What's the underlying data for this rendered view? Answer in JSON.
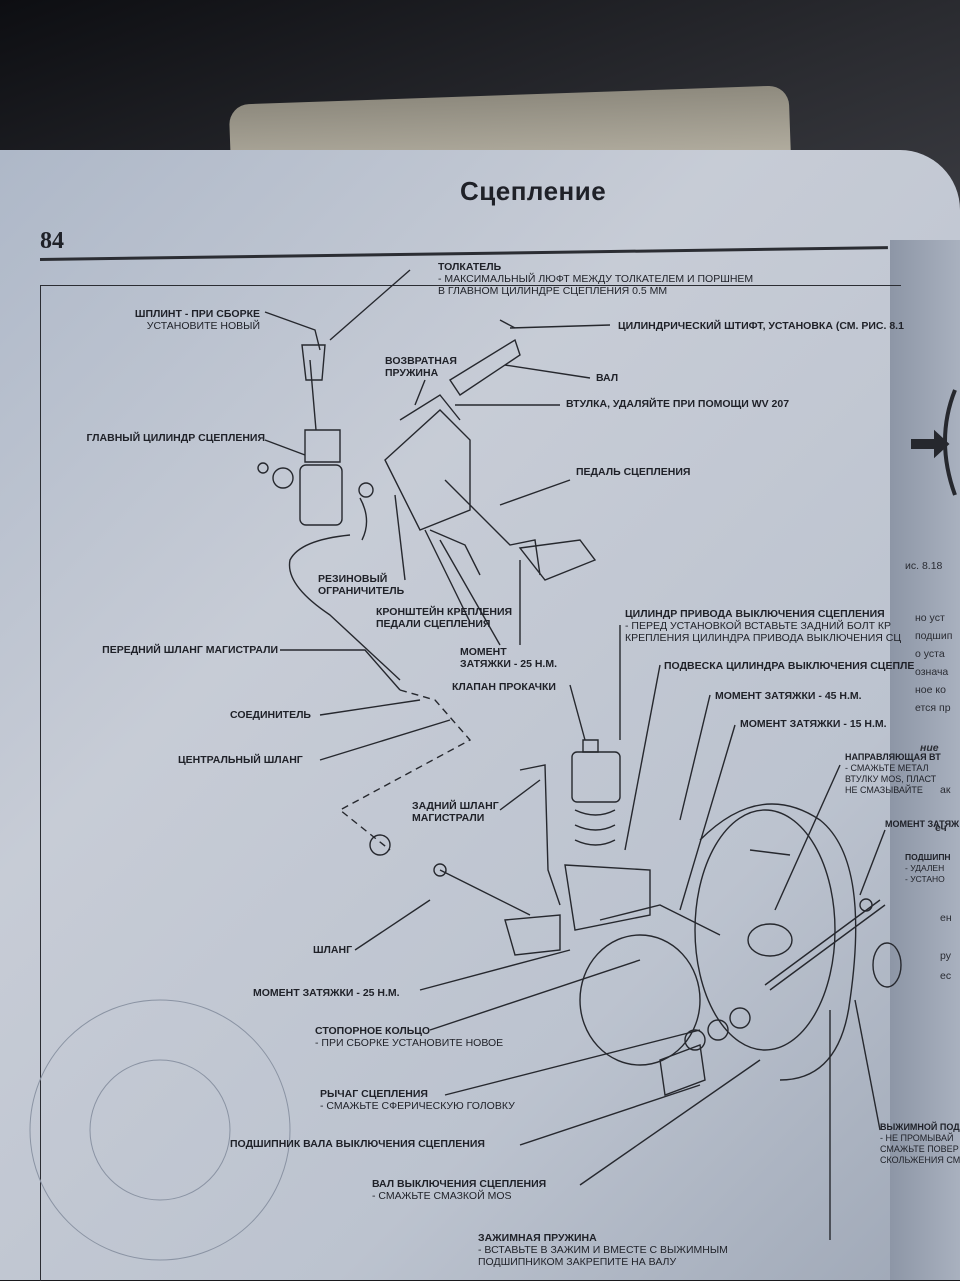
{
  "header": {
    "title": "Сцепление",
    "page_number": "84"
  },
  "labels": {
    "tolkatel": {
      "title": "ТОЛКАТЕЛЬ",
      "note1": "- МАКСИМАЛЬНЫЙ ЛЮФТ МЕЖДУ ТОЛКАТЕЛЕМ И ПОРШНЕМ",
      "note2": "В ГЛАВНОМ ЦИЛИНДРЕ СЦЕПЛЕНИЯ 0.5 ММ"
    },
    "shplint": {
      "title": "ШПЛИНТ - ПРИ СБОРКЕ",
      "note": "УСТАНОВИТЕ НОВЫЙ"
    },
    "vozvratnaya_1": "ВОЗВРАТНАЯ",
    "vozvratnaya_2": "ПРУЖИНА",
    "shtift": "ЦИЛИНДРИЧЕСКИЙ ШТИФТ, УСТАНОВКА (СМ. РИС. 8.1",
    "val": "ВАЛ",
    "vtulka": "ВТУЛКА, УДАЛЯЙТЕ ПРИ ПОМОЩИ WV 207",
    "glavny": "ГЛАВНЫЙ ЦИЛИНДР СЦЕПЛЕНИЯ",
    "pedal": "ПЕДАЛЬ СЦЕПЛЕНИЯ",
    "rezinovy_1": "РЕЗИНОВЫЙ",
    "rezinovy_2": "ОГРАНИЧИТЕЛЬ",
    "kronshtein_1": "КРОНШТЕЙН КРЕПЛЕНИЯ",
    "kronshtein_2": "ПЕДАЛИ СЦЕПЛЕНИЯ",
    "cilindr_privoda": {
      "title": "ЦИЛИНДР ПРИВОДА ВЫКЛЮЧЕНИЯ СЦЕПЛЕНИЯ",
      "note1": "- ПЕРЕД УСТАНОВКОЙ ВСТАВЬТЕ ЗАДНИЙ БОЛТ КР",
      "note2": "КРЕПЛЕНИЯ ЦИЛИНДРА ПРИВОДА ВЫКЛЮЧЕНИЯ СЦ"
    },
    "peredny_shlang": "ПЕРЕДНИЙ ШЛАНГ МАГИСТРАЛИ",
    "moment_25a_1": "МОМЕНТ",
    "moment_25a_2": "ЗАТЯЖКИ - 25 Н.М.",
    "podveska": "ПОДВЕСКА ЦИЛИНДРА ВЫКЛЮЧЕНИЯ СЦЕПЛЕ",
    "klapan": "КЛАПАН ПРОКАЧКИ",
    "moment_45": "МОМЕНТ ЗАТЯЖКИ - 45 Н.М.",
    "soedinitel": "СОЕДИНИТЕЛЬ",
    "moment_15": "МОМЕНТ ЗАТЯЖКИ - 15 Н.М.",
    "centralny": "ЦЕНТРАЛЬНЫЙ ШЛАНГ",
    "napravlyayushaya": {
      "title": "НАПРАВЛЯЮЩАЯ ВТ",
      "note1": "- СМАЖЬТЕ МЕТАЛ",
      "note2": "ВТУЛКУ MOS, ПЛАСТ",
      "note3": "НЕ СМАЗЫВАЙТЕ"
    },
    "zadny_1": "ЗАДНИЙ ШЛАНГ",
    "zadny_2": "МАГИСТРАЛИ",
    "moment_right": "МОМЕНТ ЗАТЯЖ",
    "podshipnik_right": {
      "title": "ПОДШИПН",
      "note1": "- УДАЛЕН",
      "note2": "- УСТАНО"
    },
    "shlang": "ШЛАНГ",
    "moment_25b": "МОМЕНТ ЗАТЯЖКИ - 25 Н.М.",
    "stopornoe": {
      "title": "СТОПОРНОЕ КОЛЬЦО",
      "note": "- ПРИ СБОРКЕ УСТАНОВИТЕ НОВОЕ"
    },
    "rychag": {
      "title": "РЫЧАГ СЦЕПЛЕНИЯ",
      "note": "- СМАЖЬТЕ СФЕРИЧЕСКУЮ ГОЛОВКУ"
    },
    "podshipnik_vala": "ПОДШИПНИК ВАЛА ВЫКЛЮЧЕНИЯ СЦЕПЛЕНИЯ",
    "vyzhimnoy": {
      "title": "ВЫЖИМНОЙ ПОДШ",
      "note1": "- НЕ ПРОМЫВАЙ",
      "note2": "СМАЖЬТЕ ПОВЕР",
      "note3": "СКОЛЬЖЕНИЯ СМ"
    },
    "val_vykl": {
      "title": "ВАЛ ВЫКЛЮЧЕНИЯ СЦЕПЛЕНИЯ",
      "note": "- СМАЖЬТЕ СМАЗКОЙ MOS"
    },
    "zazhimnaya": {
      "title": "ЗАЖИМНАЯ ПРУЖИНА",
      "note1": "- ВСТАВЬТЕ В ЗАЖИМ И ВМЕСТЕ С ВЫЖИМНЫМ",
      "note2": "ПОДШИПНИКОМ ЗАКРЕПИТЕ НА ВАЛУ"
    }
  },
  "right_page_fragments": [
    "ис. 8.18",
    "но уст",
    "подшип",
    "о уста",
    "означа",
    "ное ко",
    "ется пр",
    "ние",
    "еч",
    "ак",
    "ен",
    "ру",
    "ес"
  ]
}
